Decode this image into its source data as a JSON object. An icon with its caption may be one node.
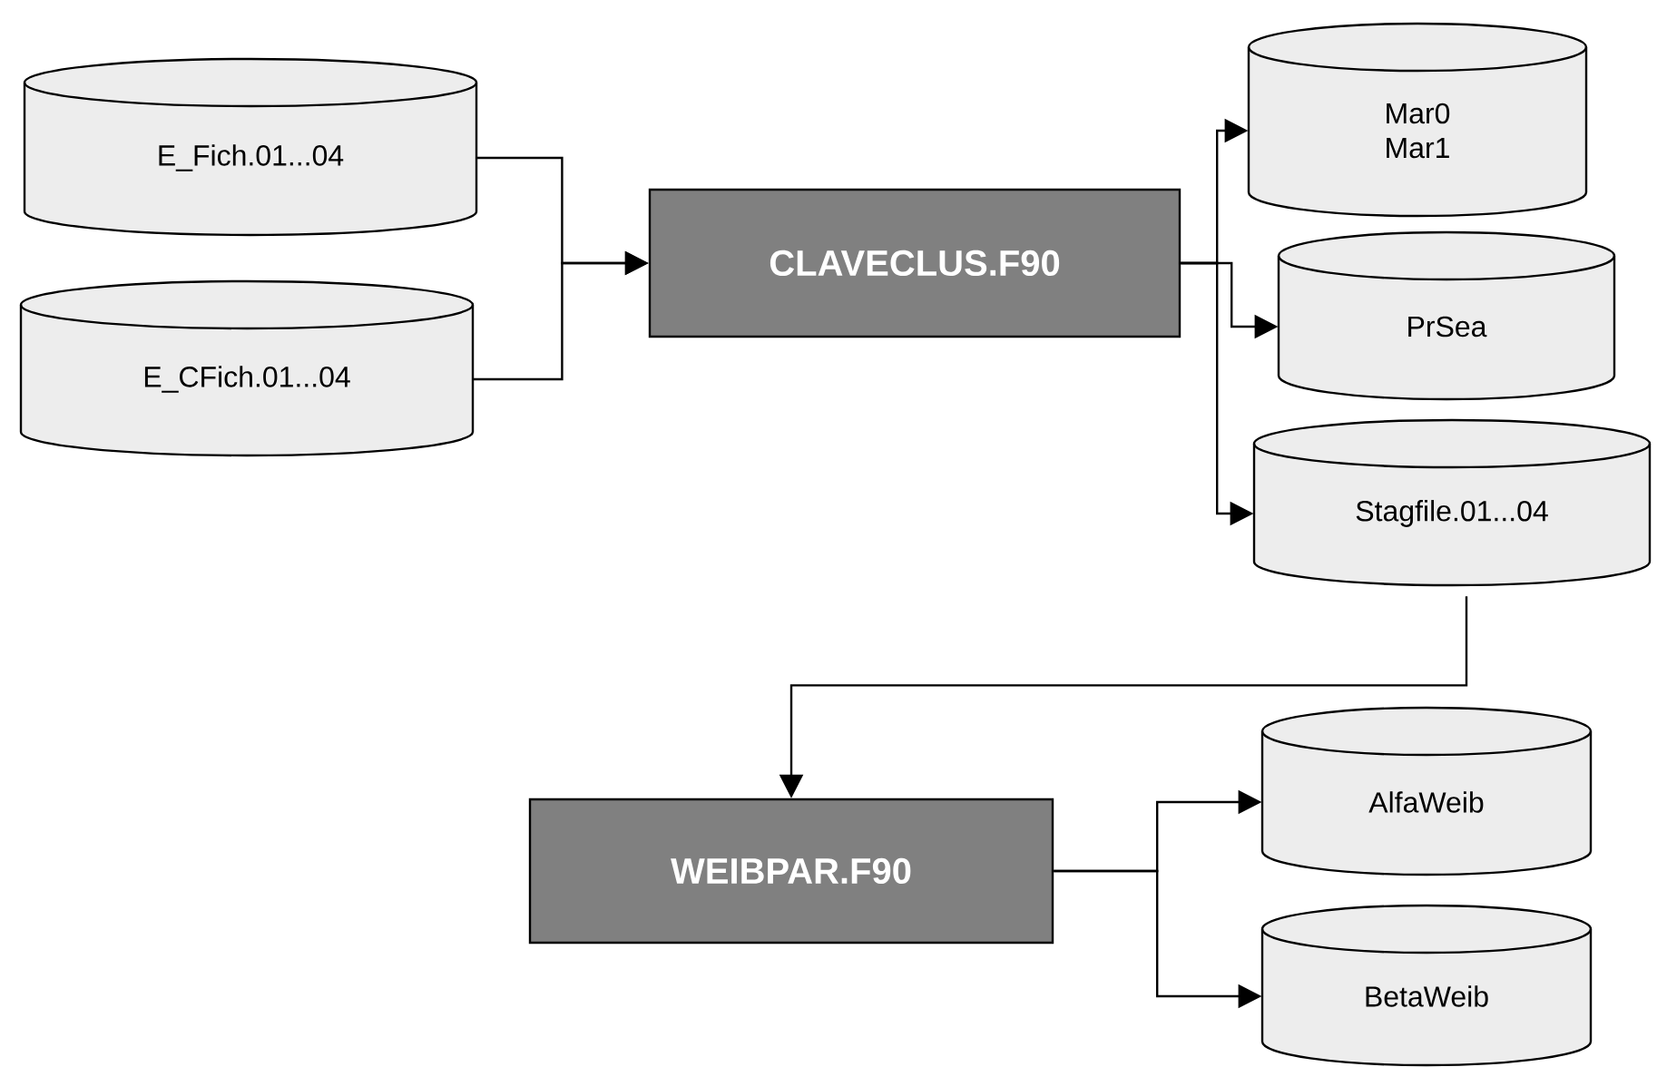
{
  "diagram": {
    "nodes": [
      {
        "text": [
          "E_Fich.01...04"
        ]
      },
      {
        "text": [
          "E_CFich.01...04"
        ]
      },
      {
        "text": [
          "CLAVECLUS.F90"
        ]
      },
      {
        "text": [
          "Mar0 Mar1"
        ]
      },
      {
        "text": [
          "PrSea"
        ]
      },
      {
        "text": [
          "Stagfile.01...04"
        ]
      },
      {
        "text": [
          "WEIBPAR.F90"
        ]
      },
      {
        "text": [
          "AlfaWeib"
        ]
      },
      {
        "text": [
          "BetaWeib"
        ]
      }
    ],
    "edges": [
      {
        "from": 0,
        "to": 2,
        "arrow": "to"
      },
      {
        "from": 1,
        "to": 2,
        "arrow": "to"
      },
      {
        "from": 2,
        "to": 3,
        "arrow": "to"
      },
      {
        "from": 2,
        "to": 4,
        "arrow": "to"
      },
      {
        "from": 2,
        "to": 5,
        "arrow": "to"
      },
      {
        "from": 5,
        "to": 6,
        "arrow": "to"
      },
      {
        "from": 6,
        "to": 7,
        "arrow": "to"
      },
      {
        "from": 6,
        "to": 8,
        "arrow": "to"
      }
    ]
  }
}
